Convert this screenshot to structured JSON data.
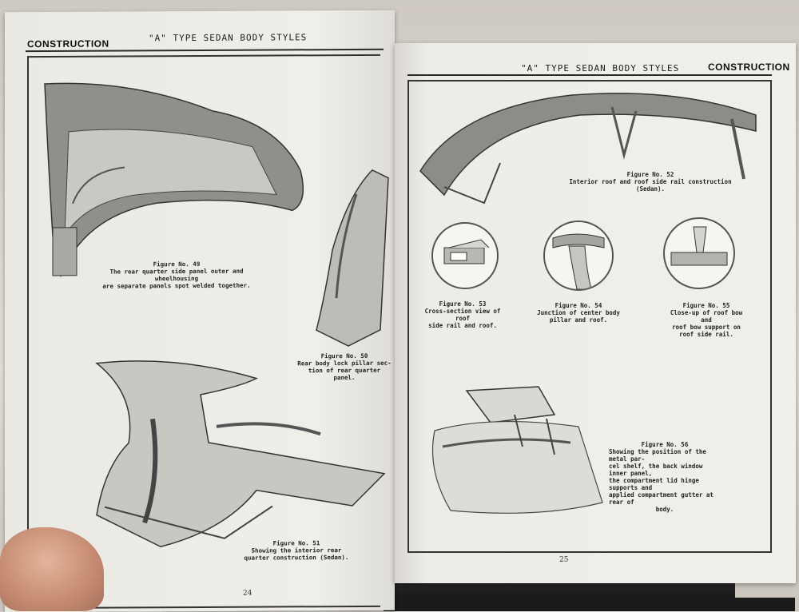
{
  "left_page": {
    "section_title": "CONSTRUCTION",
    "running_header": "\"A\" TYPE SEDAN BODY STYLES",
    "page_number": "24",
    "figures": [
      {
        "label": "Figure No. 49",
        "caption": [
          "The rear quarter side panel outer and wheelhousing",
          "are separate panels spot welded together."
        ]
      },
      {
        "label": "Figure No. 50",
        "caption": [
          "Rear body lock pillar sec-",
          "tion of rear quarter panel."
        ]
      },
      {
        "label": "Figure No. 51",
        "caption": [
          "Showing the interior rear",
          "quarter construction (Sedan)."
        ]
      }
    ]
  },
  "right_page": {
    "section_title": "CONSTRUCTION",
    "running_header": "\"A\" TYPE SEDAN BODY STYLES",
    "page_number": "25",
    "figures": [
      {
        "label": "Figure No. 52",
        "caption": [
          "Interior roof and roof side rail construction (Sedan)."
        ]
      },
      {
        "label": "Figure No. 53",
        "caption": [
          "Cross-section view of roof",
          "side rail and roof."
        ]
      },
      {
        "label": "Figure No. 54",
        "caption": [
          "Junction of center body",
          "pillar and roof."
        ]
      },
      {
        "label": "Figure No. 55",
        "caption": [
          "Close-up of roof bow and",
          "roof bow support on",
          "roof side rail."
        ]
      },
      {
        "label": "Figure No. 56",
        "caption": [
          "Showing the position of the metal par-",
          "cel shelf, the back window inner panel,",
          "the compartment lid hinge supports and",
          "applied compartment gutter at rear of",
          "body."
        ]
      }
    ]
  }
}
